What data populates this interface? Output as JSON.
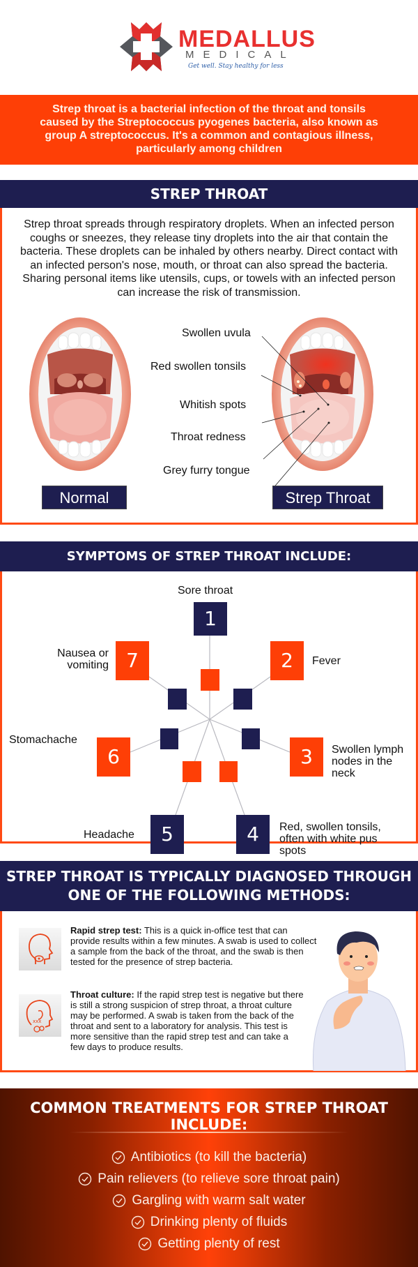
{
  "header": {
    "brand_name": "MEDALLUS",
    "brand_sub": "MEDICAL",
    "tagline": "Get well. Stay healthy for less",
    "logo_icon": "medical-cross-star-icon",
    "colors": {
      "brand_red": "#e8302f",
      "tagline_blue": "#2e5fa8"
    }
  },
  "intro": {
    "text": "Strep throat is a bacterial infection of the throat and tonsils caused by the Streptococcus pyogenes bacteria, also known as group A streptococcus. It's a common and contagious illness, particularly among children",
    "bg_color": "#fe3f06"
  },
  "colors": {
    "navy": "#1e1e50",
    "orange": "#fe3f06",
    "border": "#ff4a14"
  },
  "section_strep": {
    "title": "STREP THROAT",
    "body": "Strep throat spreads through respiratory droplets. When an infected person coughs or sneezes, they release tiny droplets into the air that contain the bacteria. These droplets can be inhaled by others nearby. Direct contact with an infected person's nose, mouth, or throat can also spread the bacteria. Sharing personal items like utensils, cups, or towels with an infected person can increase the risk of transmission.",
    "annotations": [
      "Swollen uvula",
      "Red swollen tonsils",
      "Whitish spots",
      "Throat redness",
      "Grey furry tongue"
    ],
    "label_normal": "Normal",
    "label_strep": "Strep Throat"
  },
  "section_symptoms": {
    "title": "SYMPTOMS OF STREP THROAT INCLUDE:",
    "items": [
      {
        "num": "1",
        "label": "Sore throat"
      },
      {
        "num": "2",
        "label": "Fever"
      },
      {
        "num": "3",
        "label": "Swollen lymph nodes in the neck"
      },
      {
        "num": "4",
        "label": "Red, swollen tonsils, often with white pus spots"
      },
      {
        "num": "5",
        "label": "Headache"
      },
      {
        "num": "6",
        "label": "Stomachache"
      },
      {
        "num": "7",
        "label": "Nausea or vomiting"
      }
    ]
  },
  "section_diagnosis": {
    "title_line1": "STREP THROAT IS TYPICALLY DIAGNOSED THROUGH",
    "title_line2": "ONE OF THE FOLLOWING METHODS:",
    "methods": [
      {
        "name": "Rapid strep test:",
        "desc": "This is a quick in-office test that can provide results within a few minutes. A swab is used to collect a sample from the back of the throat, and the swab is then tested for the presence of strep bacteria.",
        "icon": "head-throat-icon"
      },
      {
        "name": "Throat culture:",
        "desc": "If the rapid strep test is negative but there is still a strong suspicion of strep throat, a throat culture may be performed. A swab is taken from the back of the throat and sent to a laboratory for analysis. This test is more sensitive than the rapid strep test and can take a few days to produce results.",
        "icon": "head-throat-bacteria-icon"
      }
    ]
  },
  "section_treatments": {
    "title": "COMMON TREATMENTS FOR STREP THROAT INCLUDE:",
    "items": [
      "Antibiotics (to kill the bacteria)",
      "Pain relievers (to relieve sore throat pain)",
      "Gargling with warm salt water",
      "Drinking plenty of fluids",
      "Getting plenty of rest"
    ]
  }
}
